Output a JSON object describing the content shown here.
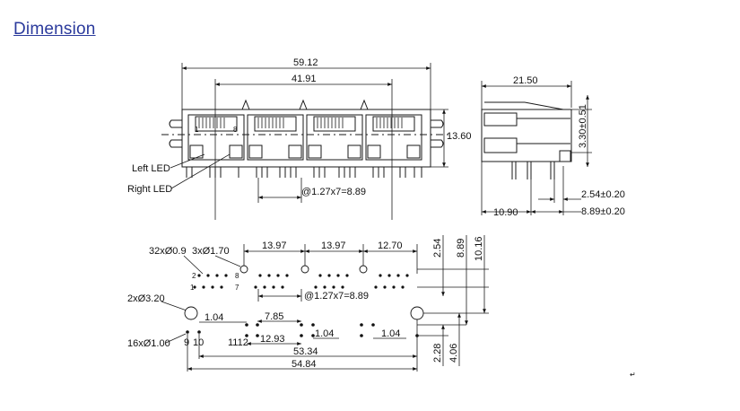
{
  "page": {
    "title": "Dimension"
  },
  "front_view": {
    "dim_overall": "59.12",
    "dim_inner": "41.91",
    "dim_height": "13.60",
    "dim_pitch": "@1.27x7=8.89",
    "label_left_led": "Left LED",
    "label_right_led": "Right LED",
    "pin_1": "1",
    "pin_8": "8"
  },
  "side_view": {
    "dim_depth": "21.50",
    "dim_top": "3.30±0.51",
    "dim_pin_offset": "2.54±0.20",
    "dim_base": "10.90",
    "dim_pin_spacing": "8.89±0.20"
  },
  "footprint": {
    "label_holes_32": "32xØ0.9",
    "label_holes_3": "3xØ1.70",
    "label_holes_2": "2xØ3.20",
    "label_holes_16": "16xØ1.00",
    "dim_1397a": "13.97",
    "dim_1397b": "13.97",
    "dim_1270": "12.70",
    "dim_254_v": "2.54",
    "dim_889_v": "8.89",
    "dim_1016_v": "10.16",
    "dim_pitch": "@1.27x7=8.89",
    "dim_104_a": "1.04",
    "dim_785": "7.85",
    "dim_1293": "12.93",
    "dim_104_b": "1.04",
    "dim_104_c": "1.04",
    "dim_5334": "53.34",
    "dim_5484": "54.84",
    "dim_228_v": "2.28",
    "dim_406_v": "4.06",
    "pin_9": "9",
    "pin_10": "10",
    "pin_1112": "1112",
    "pin_2": "2",
    "pin_1": "1",
    "pin_7": "7",
    "pin_8": "8"
  },
  "misc": {
    "return_mark": "↵"
  }
}
